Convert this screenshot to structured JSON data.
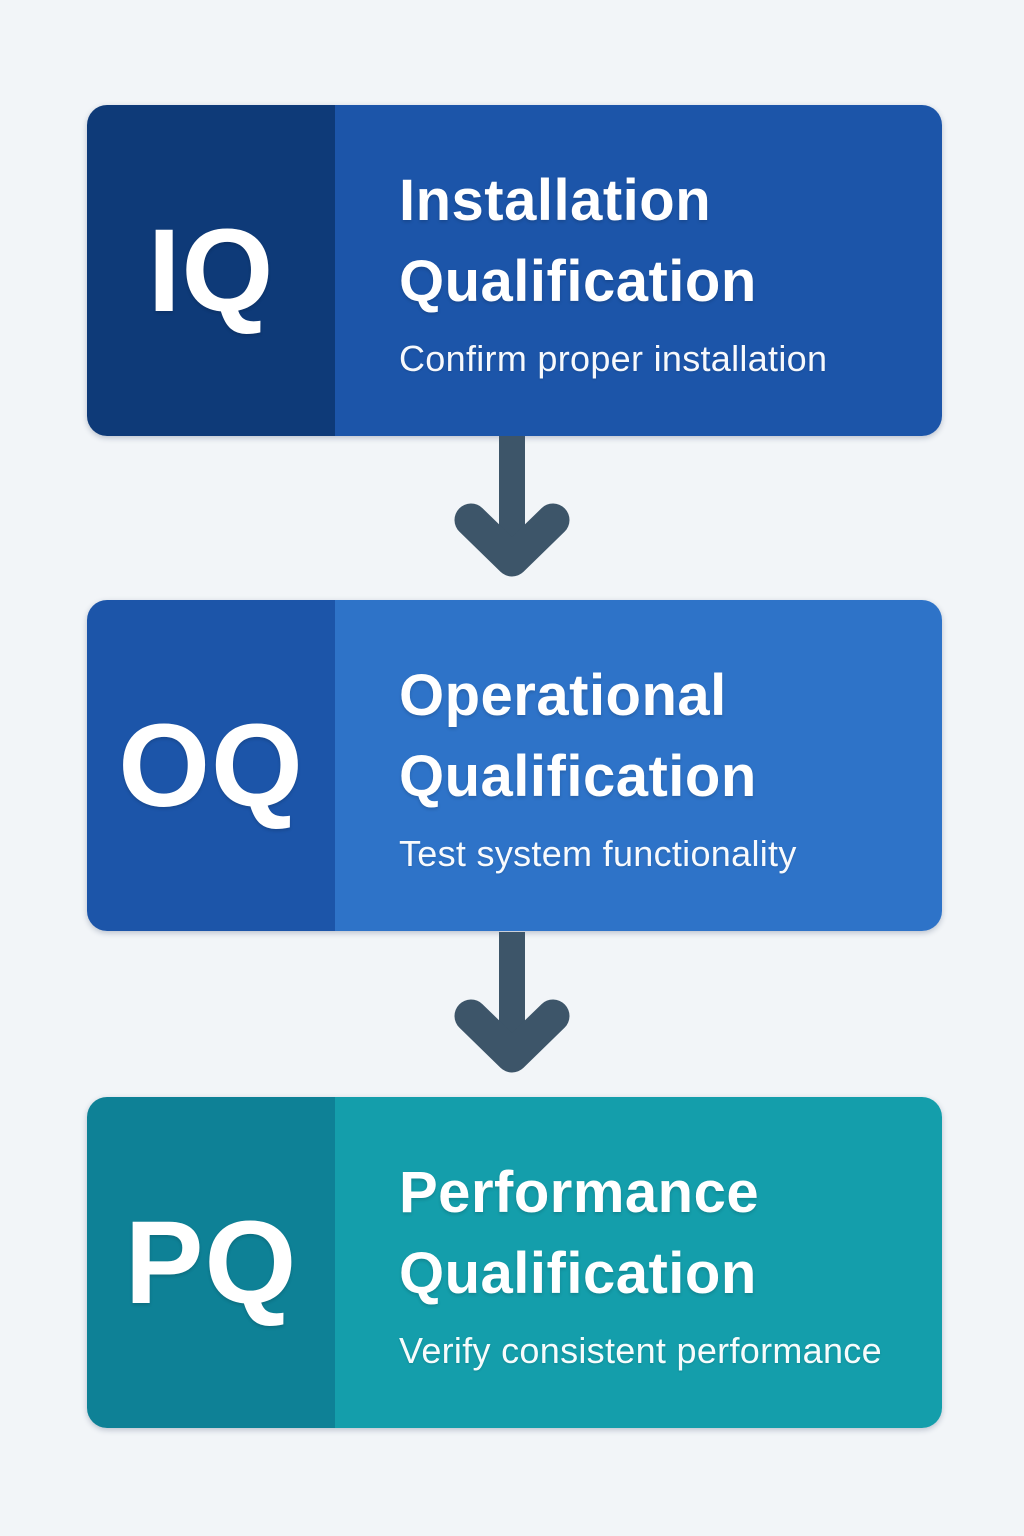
{
  "page": {
    "background_color": "#f2f5f8",
    "arrow_color": "#3d5569"
  },
  "stages": [
    {
      "abbr": "IQ",
      "title_line1": "Installation",
      "title_line2": "Qualification",
      "subtitle": "Confirm proper installation",
      "left_color": "#0e3a78",
      "right_color": "#1c55a9"
    },
    {
      "abbr": "OQ",
      "title_line1": "Operational",
      "title_line2": "Qualification",
      "subtitle": "Test system functionality",
      "left_color": "#1c55a9",
      "right_color": "#2e73c8"
    },
    {
      "abbr": "PQ",
      "title_line1": "Performance",
      "title_line2": "Qualification",
      "subtitle": "Verify consistent performance",
      "left_color": "#0e8196",
      "right_color": "#149eab"
    }
  ]
}
